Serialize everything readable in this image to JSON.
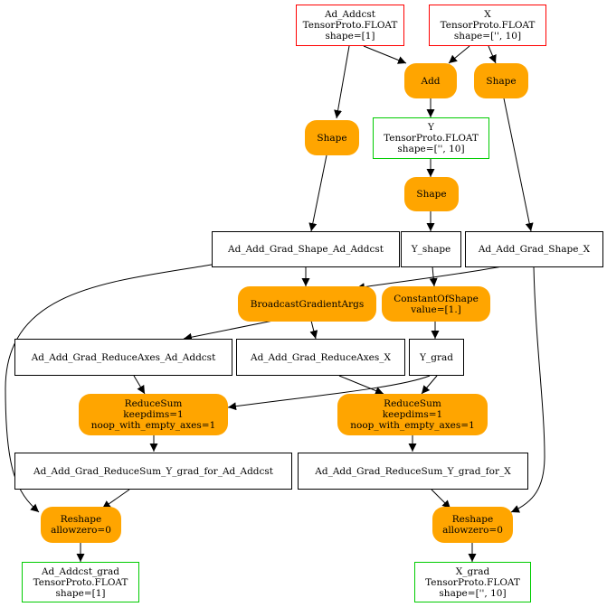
{
  "colors": {
    "op_fill": "#ffa500",
    "input_border": "#ff0000",
    "output_border": "#00cc00",
    "tensor_border": "#000000",
    "edge": "#000000"
  },
  "inputs": {
    "ad_addcst": {
      "name": "Ad_Addcst",
      "type": "TensorProto.FLOAT",
      "shape": "shape=[1]"
    },
    "x": {
      "name": "X",
      "type": "TensorProto.FLOAT",
      "shape": "shape=['', 10]"
    }
  },
  "intermediate_io": {
    "y": {
      "name": "Y",
      "type": "TensorProto.FLOAT",
      "shape": "shape=['', 10]"
    }
  },
  "outputs": {
    "ad_addcst_grad": {
      "name": "Ad_Addcst_grad",
      "type": "TensorProto.FLOAT",
      "shape": "shape=[1]"
    },
    "x_grad": {
      "name": "X_grad",
      "type": "TensorProto.FLOAT",
      "shape": "shape=['', 10]"
    }
  },
  "ops": {
    "add": {
      "label": "Add"
    },
    "shape_x": {
      "label": "Shape"
    },
    "shape_addcst": {
      "label": "Shape"
    },
    "shape_y": {
      "label": "Shape"
    },
    "broadcast": {
      "label": "BroadcastGradientArgs"
    },
    "const_of_shape": {
      "label": "ConstantOfShape",
      "attr": "value=[1.]"
    },
    "reducesum_left": {
      "label": "ReduceSum",
      "attr1": "keepdims=1",
      "attr2": "noop_with_empty_axes=1"
    },
    "reducesum_right": {
      "label": "ReduceSum",
      "attr1": "keepdims=1",
      "attr2": "noop_with_empty_axes=1"
    },
    "reshape_left": {
      "label": "Reshape",
      "attr": "allowzero=0"
    },
    "reshape_right": {
      "label": "Reshape",
      "attr": "allowzero=0"
    }
  },
  "tensors": {
    "grad_shape_addcst": "Ad_Add_Grad_Shape_Ad_Addcst",
    "y_shape": "Y_shape",
    "grad_shape_x": "Ad_Add_Grad_Shape_X",
    "reduce_axes_addcst": "Ad_Add_Grad_ReduceAxes_Ad_Addcst",
    "reduce_axes_x": "Ad_Add_Grad_ReduceAxes_X",
    "y_grad": "Y_grad",
    "reducesum_ygrad_addcst": "Ad_Add_Grad_ReduceSum_Y_grad_for_Ad_Addcst",
    "reducesum_ygrad_x": "Ad_Add_Grad_ReduceSum_Y_grad_for_X"
  }
}
